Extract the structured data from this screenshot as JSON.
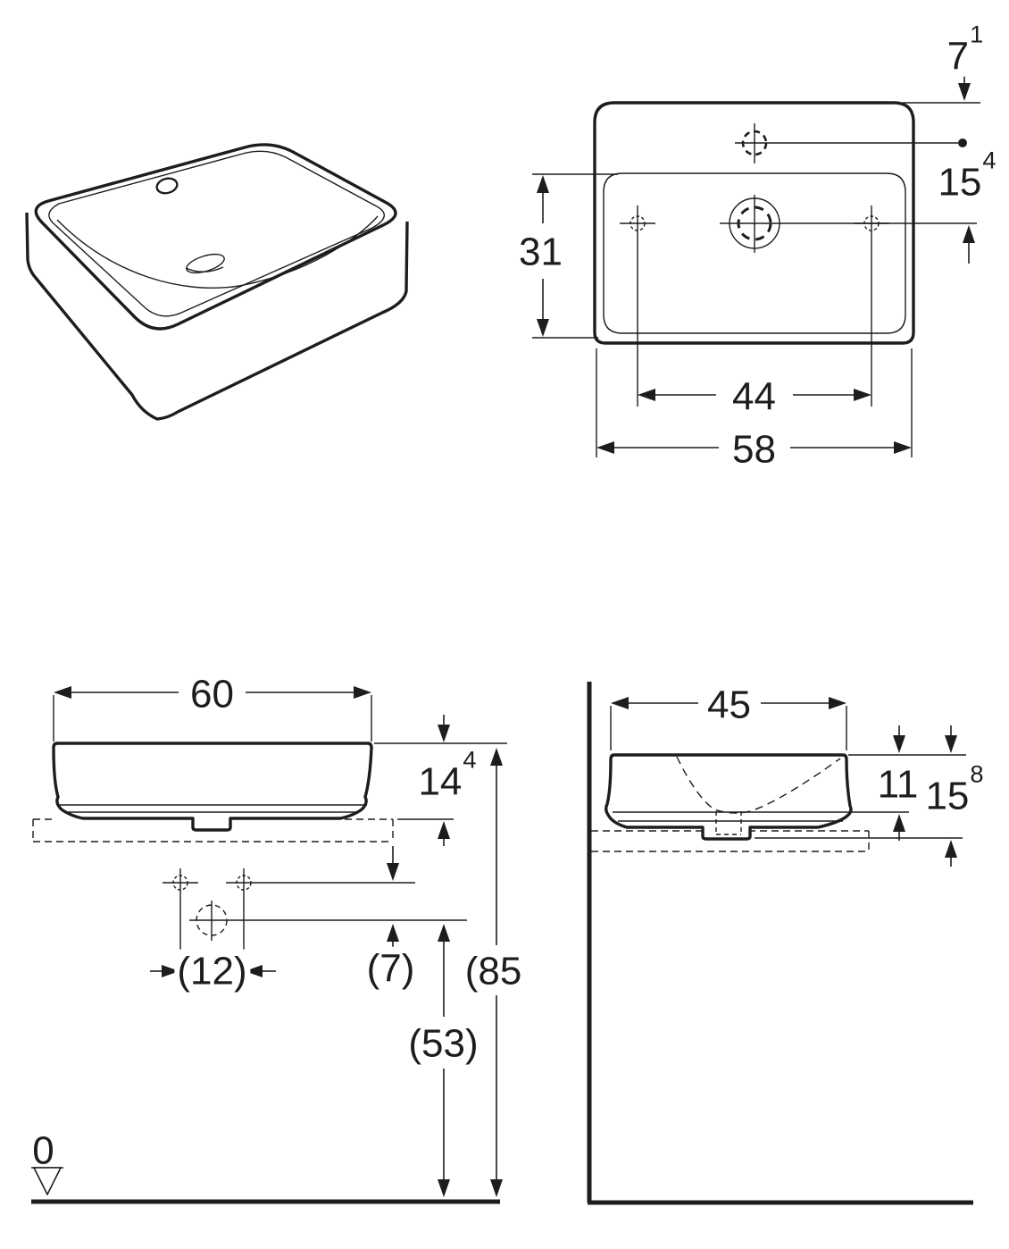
{
  "page": {
    "bg": "#ffffff",
    "ink": "#1d1d1b",
    "description": "Washbasin technical dimension drawing, four views: isometric, top, front, side. Dimensions in cm (superscript = mm)."
  },
  "views": {
    "top": {
      "tap_setback": {
        "v": "7",
        "s": "1"
      },
      "tap_to_drain": {
        "v": "15",
        "s": "4"
      },
      "depth": {
        "v": "31",
        "s": ""
      },
      "hole_spacing": {
        "v": "44",
        "s": ""
      },
      "width": {
        "v": "58",
        "s": ""
      }
    },
    "front": {
      "width": {
        "v": "60",
        "s": ""
      },
      "height_above_top": {
        "v": "14",
        "s": "4"
      },
      "drain_offset": {
        "v": "(12)",
        "s": ""
      },
      "gap": {
        "v": "(7)",
        "s": ""
      },
      "trap_height": {
        "v": "(53)",
        "s": ""
      },
      "rim_height": {
        "v": "(85",
        "s": ""
      },
      "datum": {
        "v": "0",
        "s": ""
      }
    },
    "side": {
      "depth": {
        "v": "45",
        "s": ""
      },
      "bowl_height": {
        "v": "11",
        "s": ""
      },
      "total_height": {
        "v": "15",
        "s": "8"
      }
    }
  }
}
